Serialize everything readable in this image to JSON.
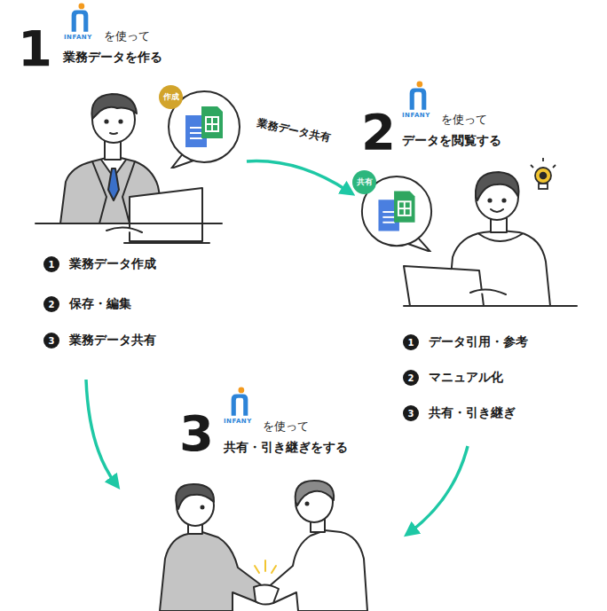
{
  "diagram": {
    "nodes": [
      {
        "text": [
          "作成"
        ]
      },
      {
        "text": [
          "1",
          "業務データ作成"
        ]
      },
      {
        "text": [
          "2",
          "保存・編集"
        ]
      },
      {
        "text": [
          "3",
          "業務データ共有"
        ]
      },
      {
        "text": [
          "共有"
        ]
      },
      {
        "text": [
          "1",
          "データ引用・参考"
        ]
      },
      {
        "text": [
          "2",
          "マニュアル化"
        ]
      },
      {
        "text": [
          "3",
          "共有・引き継ぎ"
        ]
      }
    ],
    "edges": [
      {
        "from": 0,
        "to": 4,
        "label": "業務データ共有",
        "arrow": "to"
      }
    ],
    "labels": [
      "1",
      "INFANY",
      "を使って",
      "業務データを作る",
      "2",
      "INFANY",
      "を使って",
      "データを閲覧する",
      "3",
      "INFANY",
      "を使って",
      "共有・引き継ぎをする"
    ]
  }
}
